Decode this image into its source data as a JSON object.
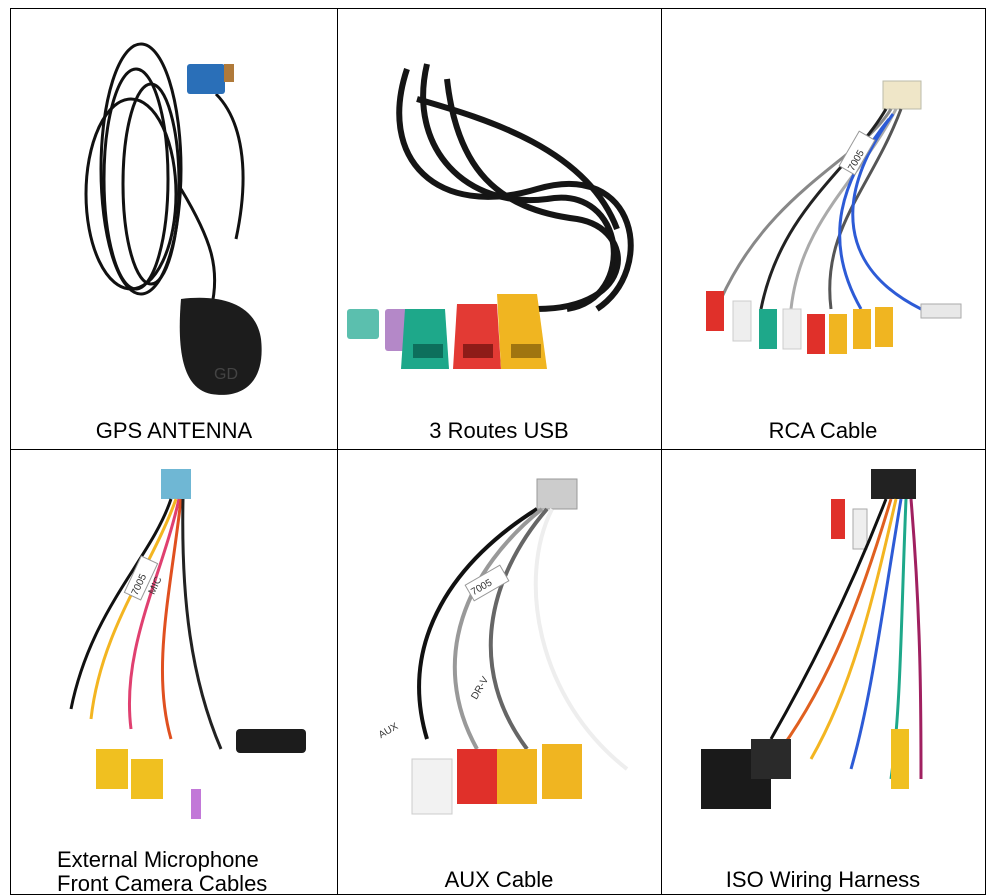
{
  "products": [
    {
      "caption": "GPS ANTENNA",
      "icon": "gps-antenna-icon"
    },
    {
      "caption": "3 Routes USB",
      "icon": "usb-cable-icon"
    },
    {
      "caption": "RCA Cable",
      "icon": "rca-cable-icon"
    },
    {
      "caption_line1": "External Microphone",
      "caption_line2": "Front Camera Cables",
      "icon": "mic-camera-cable-icon"
    },
    {
      "caption": "AUX Cable",
      "icon": "aux-cable-icon"
    },
    {
      "caption": "ISO Wiring Harness",
      "icon": "iso-harness-icon"
    }
  ],
  "labels": {
    "gps_mark": "GD",
    "rca_tag": "7005",
    "mic_tag1": "7005",
    "mic_tag2": "MIC",
    "aux_tag": "7005",
    "aux_label": "AUX",
    "dr_label": "DR-V"
  }
}
